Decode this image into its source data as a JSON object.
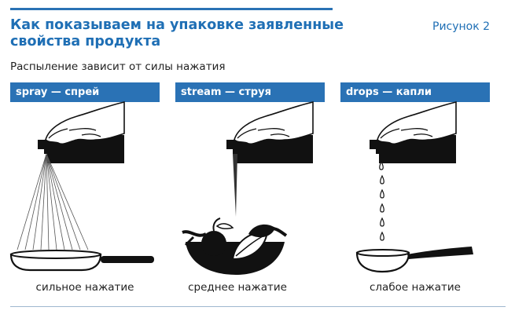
{
  "header": {
    "title": "Как показываем на упаковке заявленные свойства продукта",
    "figure_label": "Рисунок 2",
    "subtitle": "Распыление зависит от силы нажатия"
  },
  "panels": [
    {
      "label": "spray — спрей",
      "caption": "сильное нажатие",
      "icon": "frying-pan-icon"
    },
    {
      "label": "stream — струя",
      "caption": "среднее нажатие",
      "icon": "salad-bowl-icon"
    },
    {
      "label": "drops — капли",
      "caption": "слабое нажатие",
      "icon": "ladle-icon"
    }
  ],
  "colors": {
    "accent": "#2a72b5",
    "ink": "#111111"
  }
}
